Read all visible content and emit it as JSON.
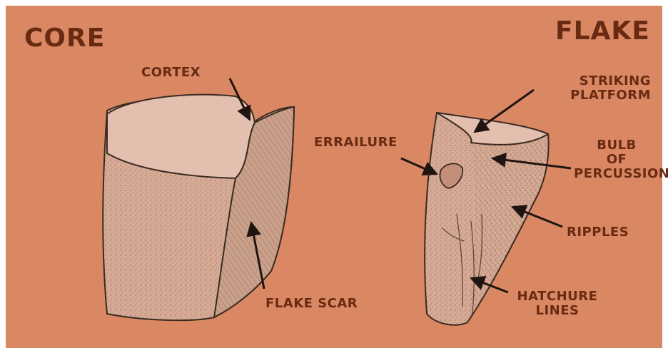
{
  "colors": {
    "background": "#d98863",
    "ink": "#6a2a12",
    "stone_fill": "#d6aa94",
    "stone_top": "#e2bfae",
    "stone_outline": "#3a2a22"
  },
  "core": {
    "title": "CORE",
    "labels": {
      "cortex": "CORTEX",
      "flake_scar": "FLAKE SCAR"
    }
  },
  "flake": {
    "title": "FLAKE",
    "labels": {
      "striking_platform": [
        "STRIKING",
        "PLATFORM"
      ],
      "errailure": "ERRAILURE",
      "bulb_of_percussion": [
        "BULB",
        "OF",
        "PERCUSSION"
      ],
      "ripples": "RIPPLES",
      "hatchure_lines": [
        "HATCHURE",
        "LINES"
      ]
    }
  }
}
